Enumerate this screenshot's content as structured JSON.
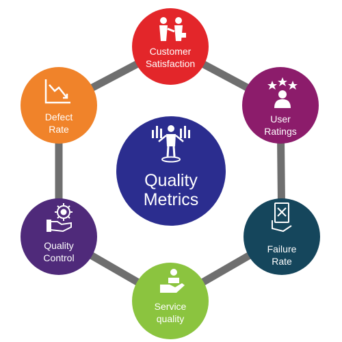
{
  "center": {
    "line1": "Quality",
    "line2": "Metrics",
    "color": "#2b2d8f",
    "icon": "balance-person-icon"
  },
  "nodes": [
    {
      "id": "customer-satisfaction",
      "line1": "Customer",
      "line2": "Satisfaction",
      "color": "#e3262a",
      "icon": "handshake-icon"
    },
    {
      "id": "user-ratings",
      "line1": "User",
      "line2": "Ratings",
      "color": "#8c1c6b",
      "icon": "user-stars-icon"
    },
    {
      "id": "failure-rate",
      "line1": "Failure",
      "line2": "Rate",
      "color": "#15465c",
      "icon": "failed-card-icon"
    },
    {
      "id": "service-quality",
      "line1": "Service",
      "line2": "quality",
      "color": "#8bc43f",
      "icon": "service-hand-icon"
    },
    {
      "id": "quality-control",
      "line1": "Quality",
      "line2": "Control",
      "color": "#4f2a7a",
      "icon": "gear-hand-icon"
    },
    {
      "id": "defect-rate",
      "line1": "Defect",
      "line2": "Rate",
      "color": "#f0832a",
      "icon": "declining-chart-icon"
    }
  ],
  "connector_color": "#6f6f6f"
}
